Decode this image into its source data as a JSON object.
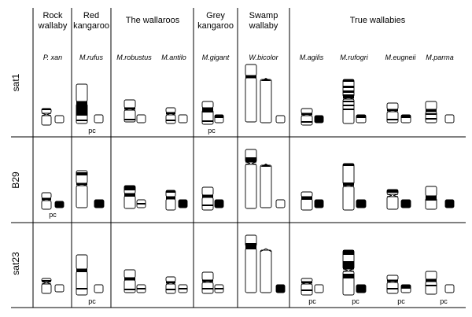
{
  "groups": [
    {
      "id": "rock",
      "label": "Rock wallaby",
      "species": [
        "P. xan"
      ]
    },
    {
      "id": "red",
      "label": "Red kangaroo",
      "species": [
        "M.rufus"
      ]
    },
    {
      "id": "wallaroos",
      "label": "The wallaroos",
      "species": [
        "M.robustus",
        "M.antilo"
      ]
    },
    {
      "id": "grey",
      "label": "Grey kangaroo",
      "species": [
        "M.gigant"
      ]
    },
    {
      "id": "swamp",
      "label": "Swamp wallaby",
      "species": [
        "W.bicolor"
      ]
    },
    {
      "id": "true",
      "label": "True wallabies",
      "species": [
        "M.agilis",
        "M.rufogri",
        "M.eugneii",
        "M.parma"
      ]
    }
  ],
  "rows": [
    {
      "label": "sat1",
      "pc": [
        "",
        "pc",
        "",
        "",
        "",
        "pc",
        "",
        "",
        "",
        "",
        ""
      ]
    },
    {
      "label": "B29",
      "pc": [
        "pc",
        "",
        "",
        "",
        "",
        "",
        "",
        "",
        "",
        "",
        ""
      ]
    },
    {
      "label": "sat23",
      "pc": [
        "",
        "pc",
        "",
        "",
        "",
        "",
        "",
        "pc",
        "pc",
        "pc",
        "pc"
      ]
    }
  ],
  "colors": {
    "line": "#000000",
    "fill": "#000000",
    "background": "#ffffff"
  }
}
